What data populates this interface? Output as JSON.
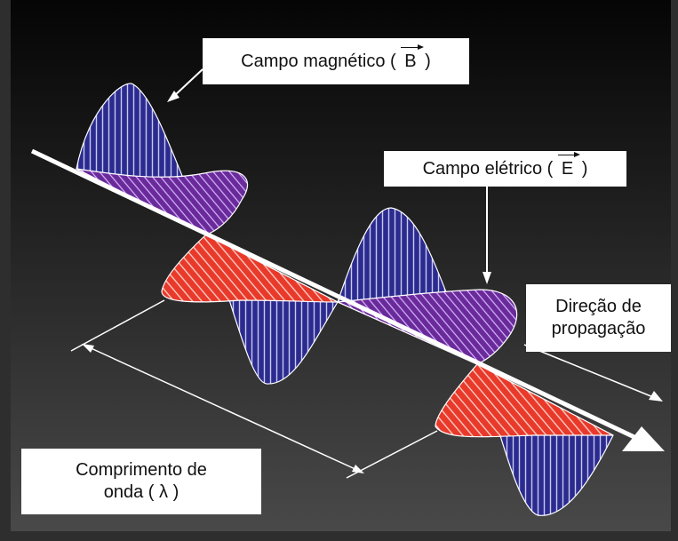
{
  "labels": {
    "magnetic": {
      "prefix": "Campo magnético ( ",
      "vector": "B",
      "suffix": " )"
    },
    "electric": {
      "prefix": "Campo elétrico ( ",
      "vector": "E",
      "suffix": " )"
    },
    "propagation": {
      "line1": "Direção de",
      "line2": "propagação"
    },
    "wavelength": {
      "line1": "Comprimento de",
      "line2": "onda ( λ )"
    }
  },
  "colors": {
    "background_top": "#050505",
    "background_bottom": "#4a4a4a",
    "magnetic_fill": "#2b2b8f",
    "electric_fill": "#e8392b",
    "overlap_fill": "#6a2a9a",
    "axis": "#ffffff",
    "label_bg": "#ffffff"
  }
}
